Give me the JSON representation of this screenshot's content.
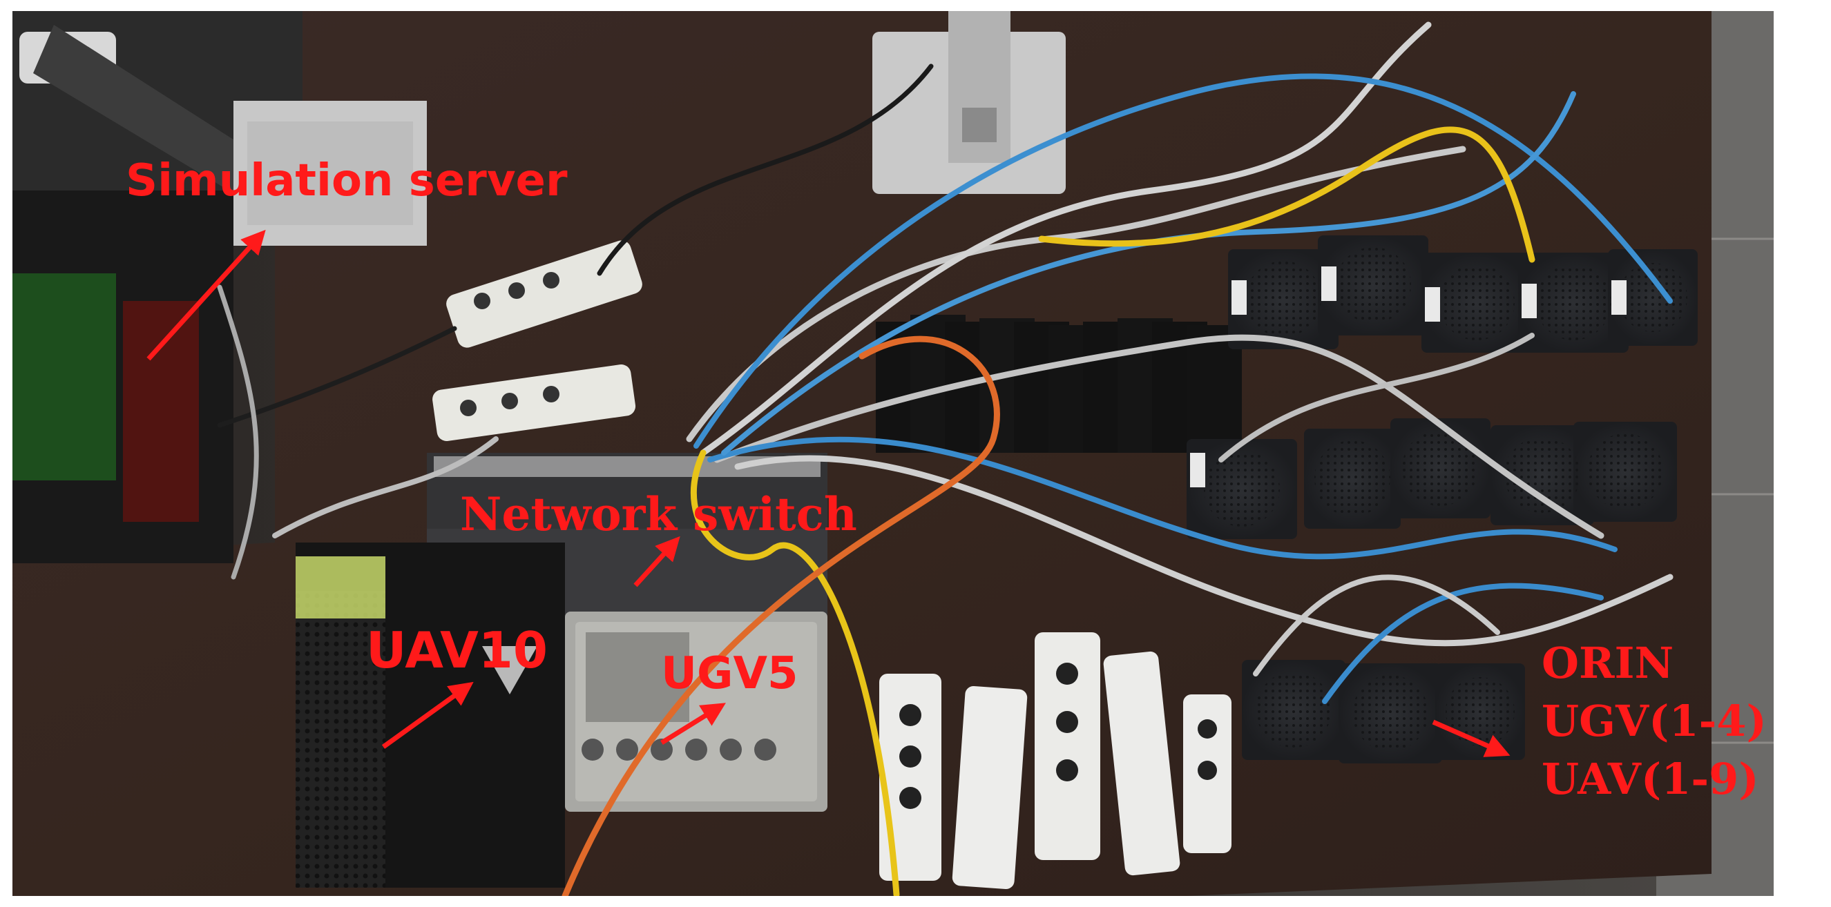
{
  "annotation_color": "#ff1a1a",
  "labels": {
    "simulation_server": "Simulation server",
    "network_switch": "Network switch",
    "uav10": "UAV10",
    "ugv5": "UGV5",
    "orin_line1": "ORIN",
    "orin_line2": "UGV(1-4)",
    "orin_line3": "UAV(1-9)"
  }
}
